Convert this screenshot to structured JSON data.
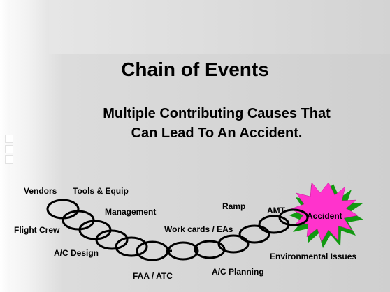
{
  "title": "Chain of Events",
  "subtitle_line1": "Multiple Contributing Causes That",
  "subtitle_line2": "Can Lead To An Accident.",
  "labels": {
    "vendors": "Vendors",
    "tools": "Tools & Equip",
    "management": "Management",
    "flight_crew": "Flight Crew",
    "ac_design": "A/C Design",
    "faa_atc": "FAA / ATC",
    "workcards": "Work cards / EAs",
    "ramp": "Ramp",
    "amt": "AMT",
    "ac_planning": "A/C Planning",
    "environmental": "Environmental Issues",
    "accident": "Accident"
  },
  "colors": {
    "burst_fill": "#ff33cc",
    "burst_shadow": "#119911",
    "chain_stroke": "#000000"
  }
}
